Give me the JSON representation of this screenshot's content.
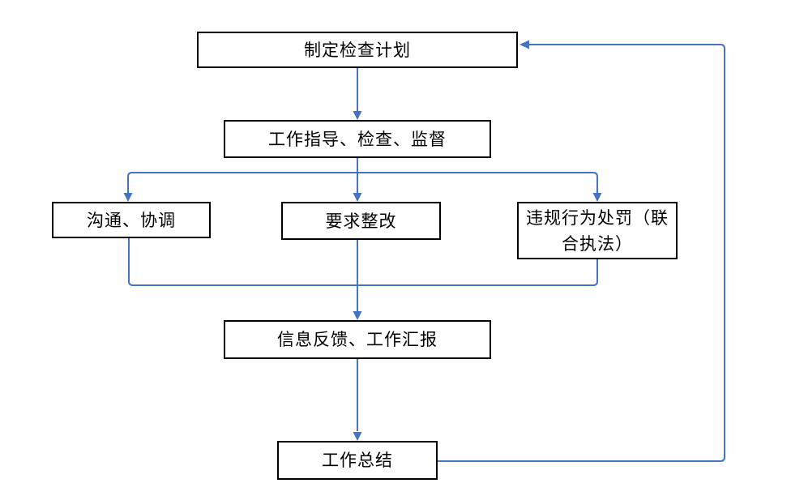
{
  "diagram": {
    "type": "flowchart",
    "colors": {
      "connector": "#4472C4",
      "box_border": "#000000",
      "box_fill": "#FFFFFF",
      "background": "#FFFFFF",
      "text": "#000000"
    },
    "nodes": [
      {
        "id": "plan",
        "label": "制定检查计划"
      },
      {
        "id": "guide",
        "label": "工作指导、检查、监督"
      },
      {
        "id": "comm",
        "label": "沟通、协调"
      },
      {
        "id": "rectify",
        "label": "要求整改"
      },
      {
        "id": "punish",
        "label": "违规行为处罚（联\n合执法）"
      },
      {
        "id": "feedback",
        "label": "信息反馈、工作汇报"
      },
      {
        "id": "summary",
        "label": "工作总结"
      }
    ],
    "edges": [
      {
        "from": "制定检查计划",
        "to": "工作指导、检查、监督"
      },
      {
        "from": "工作指导、检查、监督",
        "to": "沟通、协调"
      },
      {
        "from": "工作指导、检查、监督",
        "to": "要求整改"
      },
      {
        "from": "工作指导、检查、监督",
        "to": "违规行为处罚（联合执法）"
      },
      {
        "from": "沟通、协调",
        "to": "信息反馈、工作汇报"
      },
      {
        "from": "要求整改",
        "to": "信息反馈、工作汇报"
      },
      {
        "from": "违规行为处罚（联合执法）",
        "to": "信息反馈、工作汇报"
      },
      {
        "from": "信息反馈、工作汇报",
        "to": "工作总结"
      },
      {
        "from": "工作总结",
        "to": "制定检查计划"
      }
    ]
  }
}
